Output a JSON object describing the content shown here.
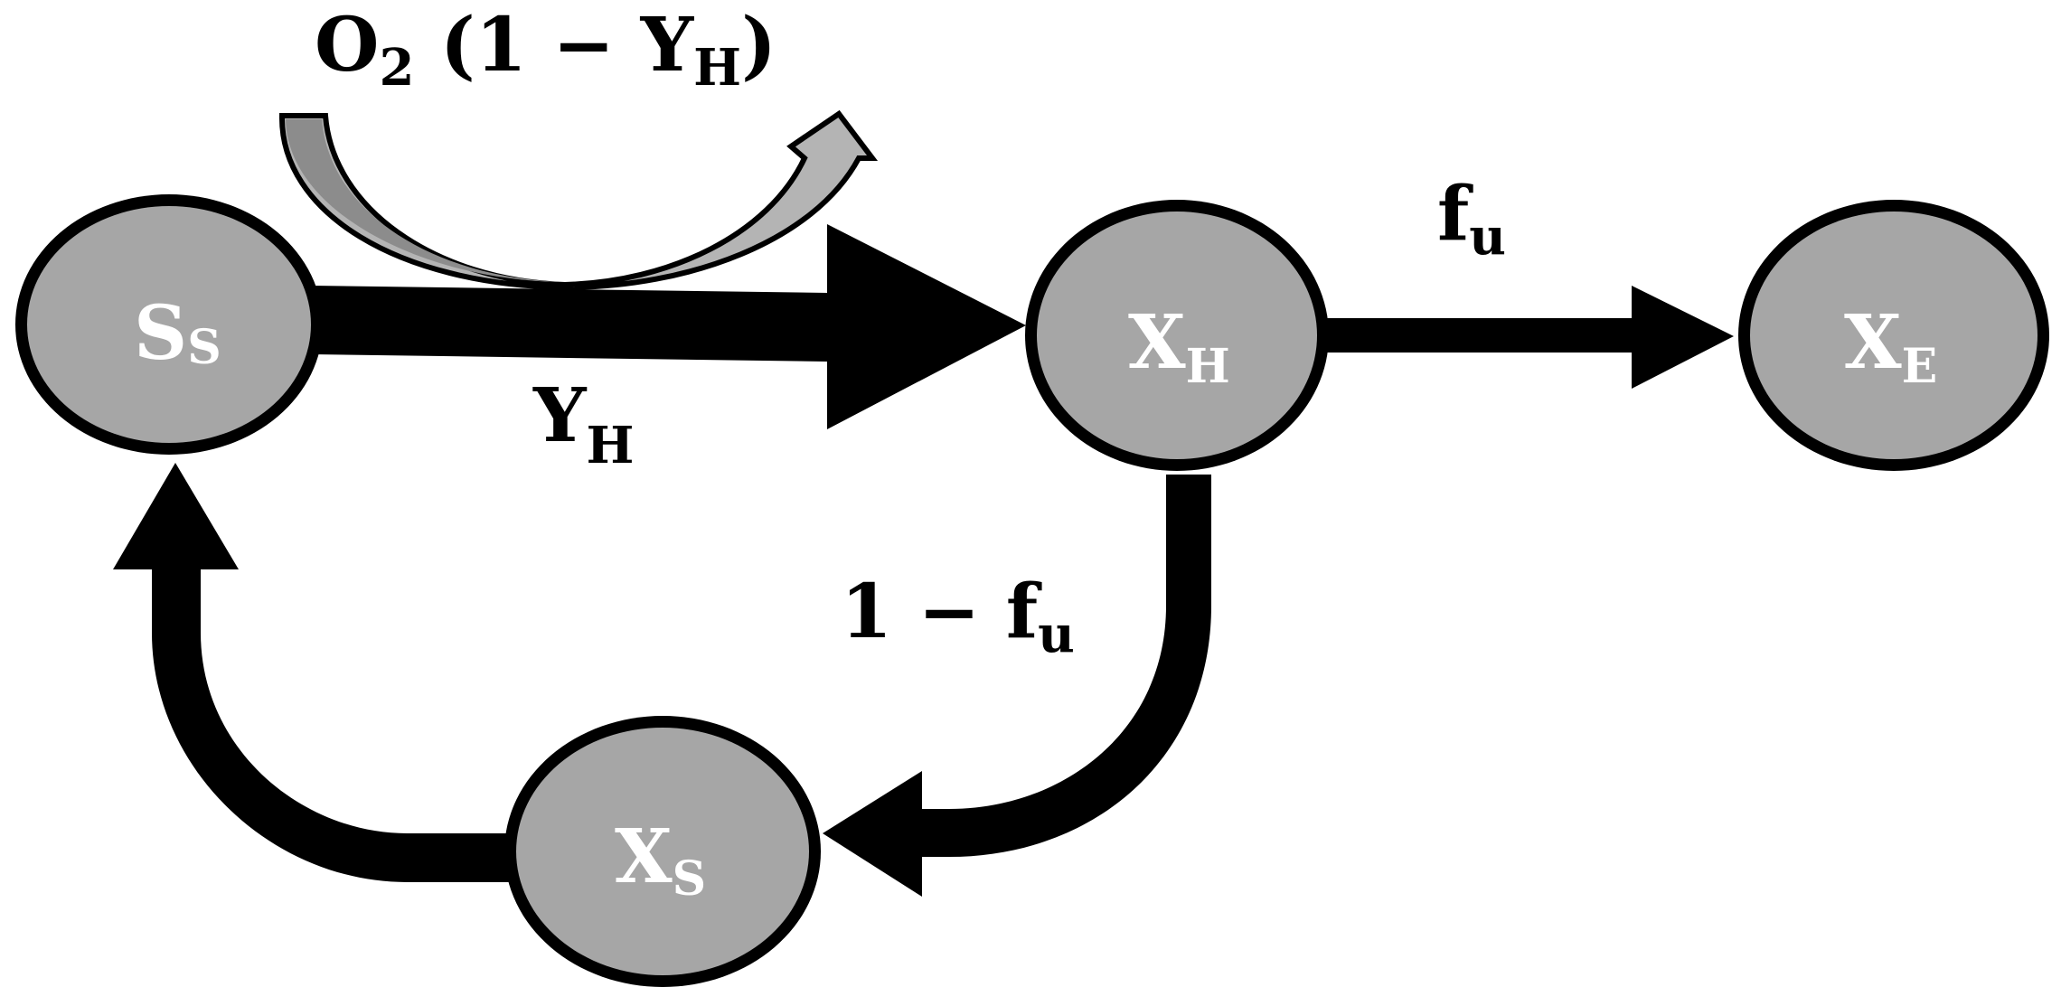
{
  "colors": {
    "node_fill": "#a6a6a6",
    "node_stroke": "#000000",
    "node_text": "#ffffff",
    "arrow": "#000000",
    "oxygen_arrow_dark": "#8c8c8c",
    "oxygen_arrow_light": "#c8c8c8",
    "background": "#ffffff"
  },
  "nodes": {
    "ss": {
      "main": "S",
      "sub": "S"
    },
    "xh": {
      "main": "X",
      "sub": "H"
    },
    "xe": {
      "main": "X",
      "sub": "E"
    },
    "xs": {
      "main": "X",
      "sub": "S"
    }
  },
  "edges": {
    "ss_to_xh": {
      "main": "Y",
      "sub": "H"
    },
    "xh_to_xe": {
      "main": "f",
      "sub": "u"
    },
    "xh_to_xs": {
      "prefix": "1 − f",
      "sub": "u"
    },
    "oxygen": {
      "o_main": "O",
      "o_sub": "2",
      "middle": " (1 − Y",
      "y_sub": "H",
      "close": ")"
    }
  }
}
